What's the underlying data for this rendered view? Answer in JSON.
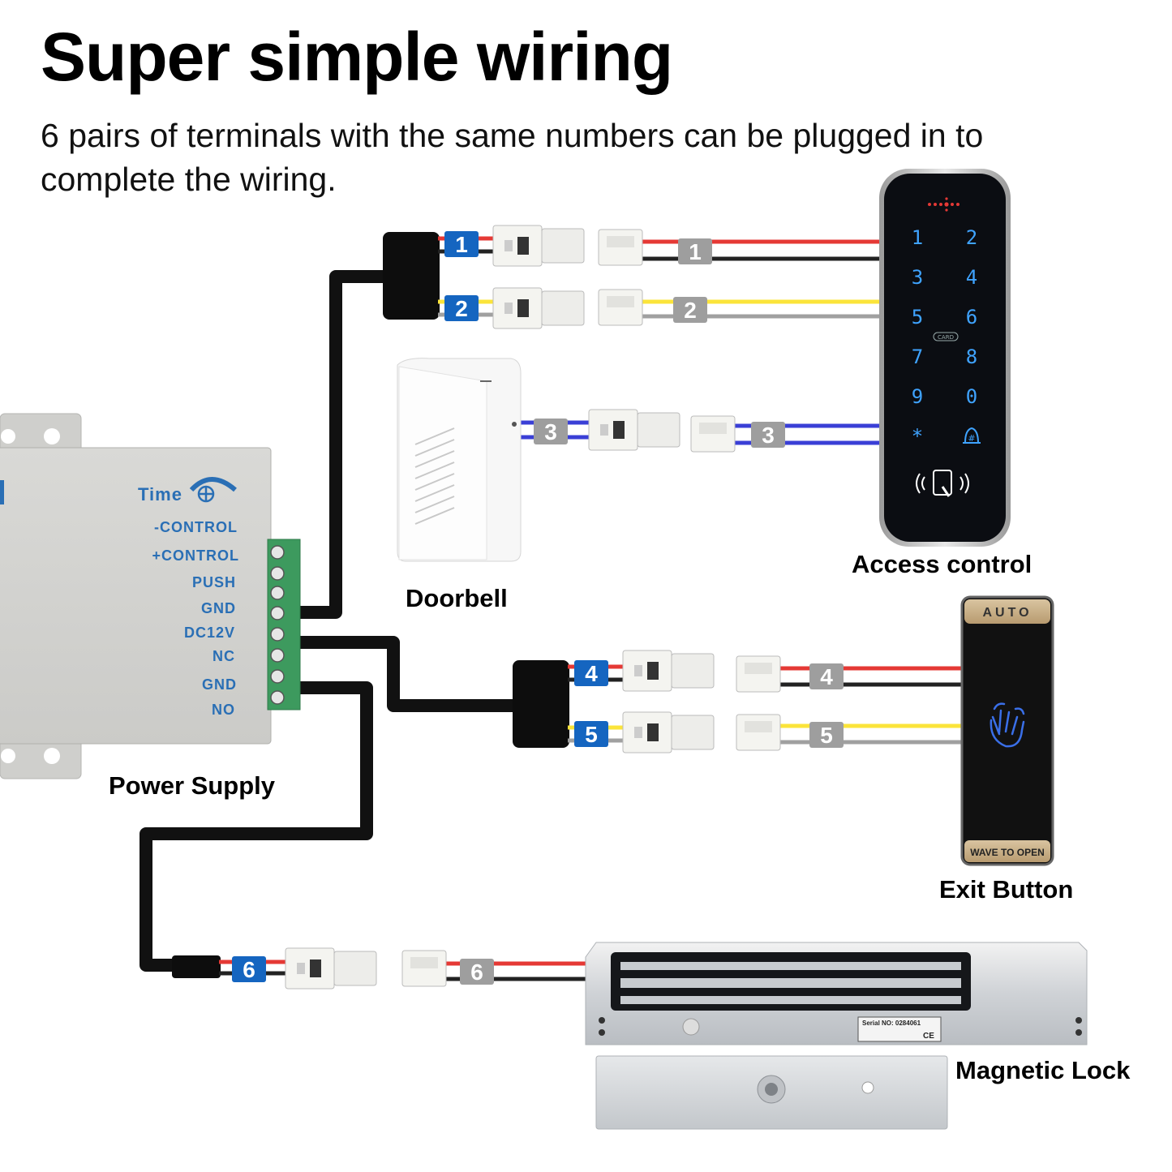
{
  "header": {
    "title": "Super simple wiring",
    "subtitle": "6 pairs of terminals with the same numbers can be plugged in to complete the wiring."
  },
  "components": {
    "access_control": "Access control",
    "doorbell": "Doorbell",
    "power_supply": "Power Supply",
    "exit_button": "Exit Button",
    "magnetic_lock": "Magnetic Lock"
  },
  "power_supply": {
    "time_label": "Time",
    "terminals": [
      "-CONTROL",
      "+CONTROL",
      "PUSH",
      "GND",
      "DC12V",
      "NC",
      "GND",
      "NO"
    ]
  },
  "keypad": {
    "keys": [
      "1",
      "2",
      "3",
      "4",
      "5",
      "6",
      "7",
      "8",
      "9",
      "0",
      "*",
      "#"
    ],
    "card_label": "CARD"
  },
  "exit_button": {
    "top_text": "AUTO",
    "bottom_text": "WAVE TO OPEN"
  },
  "magnetic_lock": {
    "serial_text": "Serial NO: 0284061",
    "ce_mark": "CE"
  },
  "connector_numbers": [
    "1",
    "2",
    "3",
    "4",
    "5",
    "6"
  ],
  "colors": {
    "blue_tag": "#1565c0",
    "gray_tag": "#9e9e9e",
    "wire_red": "#e53935",
    "wire_black": "#222222",
    "wire_yellow": "#fbe43a",
    "wire_gray": "#a0a0a0",
    "wire_blue": "#3a3fd6",
    "keypad_glow": "#3fa3ff",
    "psu_text": "#2a6fb5"
  }
}
